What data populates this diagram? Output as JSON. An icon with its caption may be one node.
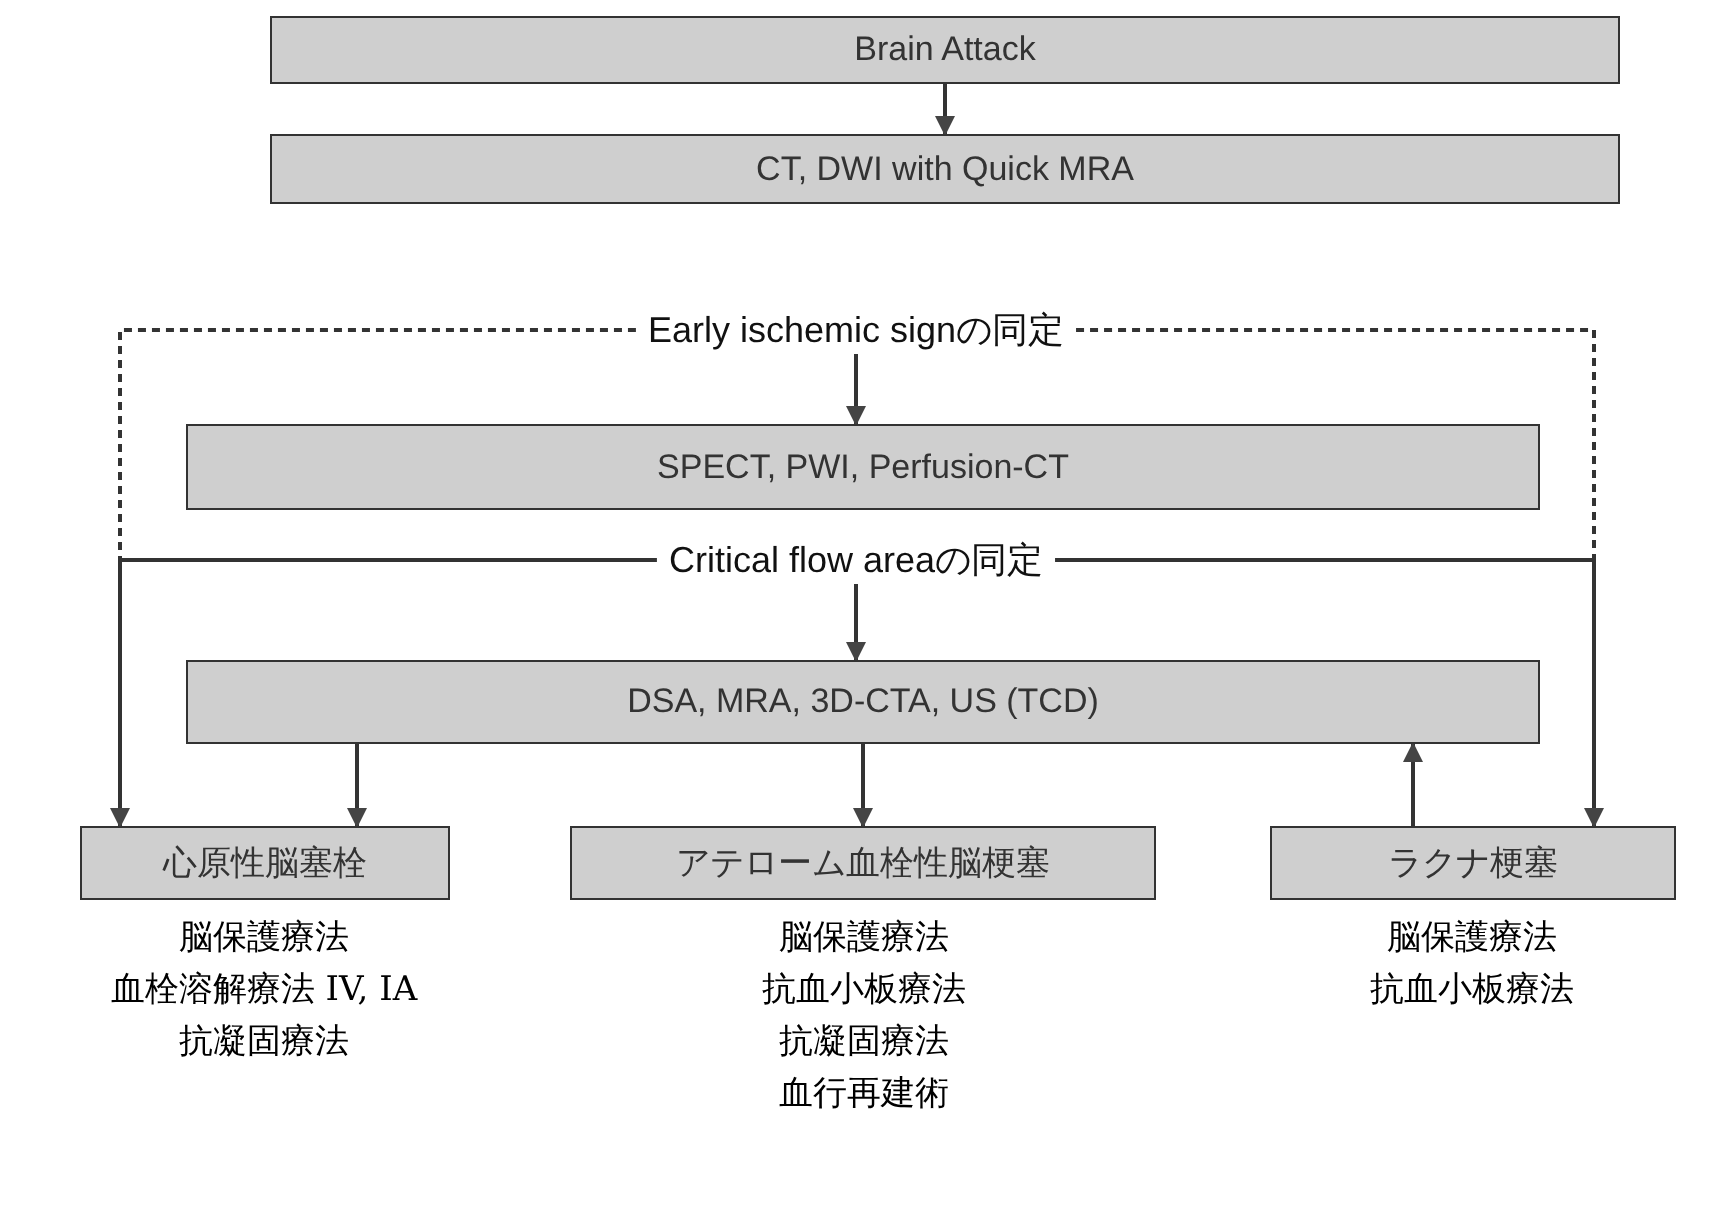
{
  "diagram": {
    "nodes": [
      {
        "text": [
          "Brain Attack"
        ]
      },
      {
        "text": [
          "CT, DWI with Quick MRA"
        ]
      },
      {
        "text": [
          "Early ischemic signの同定"
        ]
      },
      {
        "text": [
          "SPECT, PWI, Perfusion-CT"
        ]
      },
      {
        "text": [
          "Critical flow areaの同定"
        ]
      },
      {
        "text": [
          "DSA, MRA, 3D-CTA, US (TCD)"
        ]
      },
      {
        "text": [
          "心原性脳塞栓"
        ],
        "beside": [
          "脳保護療法",
          "血栓溶解療法 IV, IA",
          "抗凝固療法"
        ]
      },
      {
        "text": [
          "アテローム血栓性脳梗塞"
        ],
        "beside": [
          "脳保護療法",
          "抗血小板療法",
          "抗凝固療法",
          "血行再建術"
        ]
      },
      {
        "text": [
          "ラクナ梗塞"
        ],
        "beside": [
          "脳保護療法",
          "抗血小板療法"
        ]
      }
    ],
    "edges": [
      {
        "from": 0,
        "to": 1,
        "arrow": "to"
      },
      {
        "from": 2,
        "to": 3,
        "arrow": "to"
      },
      {
        "from": 2,
        "to": 4,
        "arrow": "none",
        "style": "dashed"
      },
      {
        "from": 2,
        "to": 4,
        "arrow": "none",
        "style": "dashed"
      },
      {
        "from": 4,
        "to": 5,
        "arrow": "to"
      },
      {
        "from": 4,
        "to": 6,
        "arrow": "to"
      },
      {
        "from": 4,
        "to": 8,
        "arrow": "to"
      },
      {
        "from": 5,
        "to": 6,
        "arrow": "to"
      },
      {
        "from": 5,
        "to": 7,
        "arrow": "to"
      },
      {
        "from": 8,
        "to": 5,
        "arrow": "to"
      }
    ]
  }
}
